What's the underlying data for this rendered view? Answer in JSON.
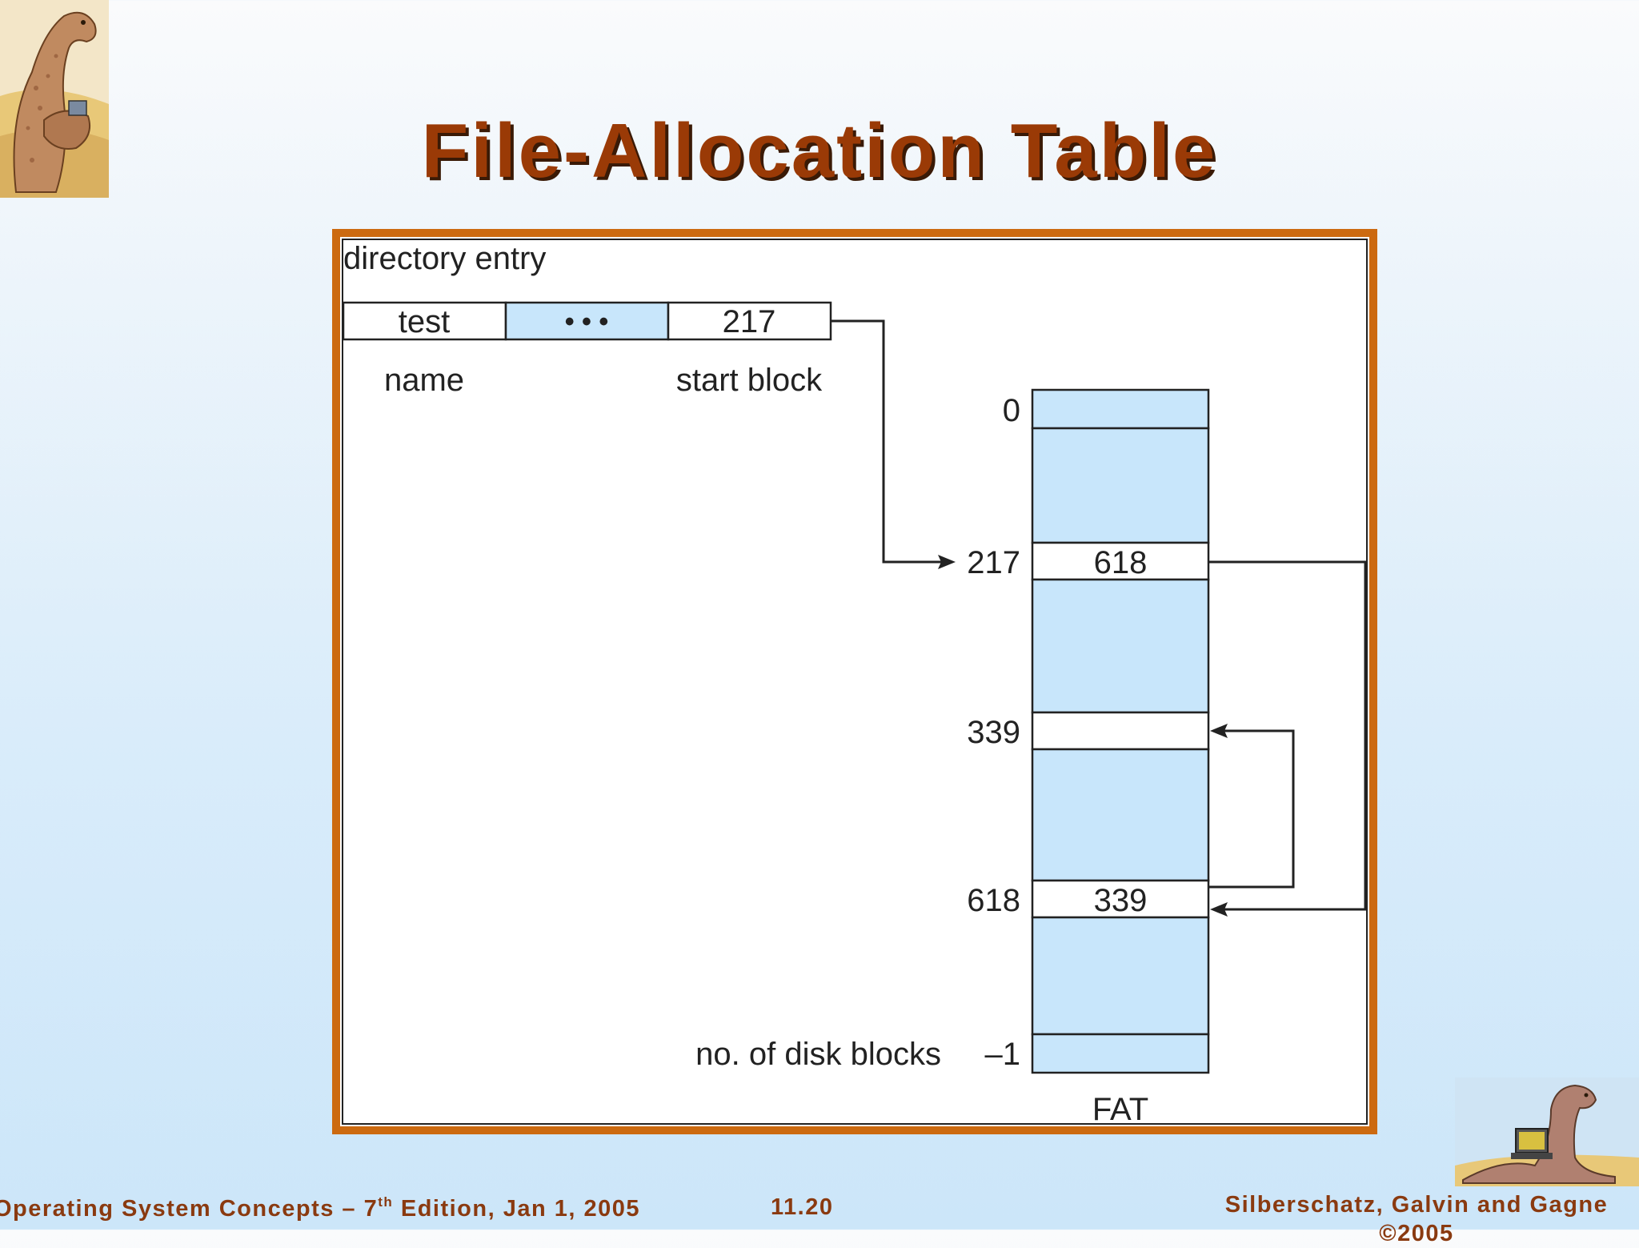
{
  "title": "File-Allocation Table",
  "footer": {
    "left_pre": "Operating System Concepts – 7",
    "left_sup": "th",
    "left_post": " Edition, Jan 1, 2005",
    "page": "11.20",
    "right_line1": "Silberschatz, Galvin and Gagne",
    "right_line2": "©2005"
  },
  "diagram": {
    "directory_label": "directory entry",
    "entry": {
      "name_value": "test",
      "ellipsis": "• • •",
      "start_value": "217"
    },
    "name_caption": "name",
    "start_caption": "start block",
    "fat_label": "FAT",
    "disk_blocks_label": "no. of disk blocks",
    "indices": {
      "first": "0",
      "i217": "217",
      "i339": "339",
      "i618": "618",
      "last": "–1"
    },
    "fat_values": {
      "at217": "618",
      "at618": "339"
    }
  },
  "colors": {
    "title": "#9a3a06",
    "frame": "#cc6a10",
    "cell_fill": "#c8e6fb",
    "line": "#222222"
  }
}
